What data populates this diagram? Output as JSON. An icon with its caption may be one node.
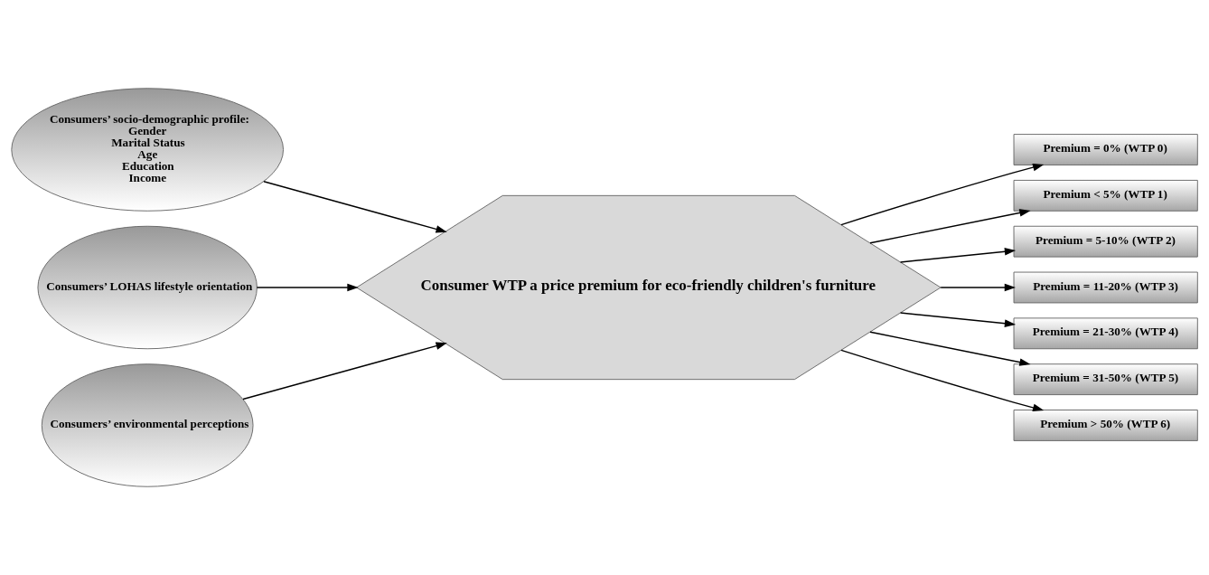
{
  "diagram": {
    "nodes": [
      {
        "text": [
          "Consumers’ socio-demographic profile:",
          "Gender",
          "Marital Status",
          "Age",
          "Education",
          "Income"
        ]
      },
      {
        "text": [
          "Consumers’ LOHAS lifestyle orientation"
        ]
      },
      {
        "text": [
          "Consumers’ environmental perceptions"
        ]
      },
      {
        "text": [
          "Consumer WTP a price premium for eco-friendly children's furniture"
        ]
      },
      {
        "text": [
          "Premium = 0% (WTP 0)"
        ]
      },
      {
        "text": [
          "Premium < 5% (WTP 1)"
        ]
      },
      {
        "text": [
          "Premium = 5-10% (WTP 2)"
        ]
      },
      {
        "text": [
          "Premium = 11-20% (WTP 3)"
        ]
      },
      {
        "text": [
          "Premium = 21-30% (WTP 4)"
        ]
      },
      {
        "text": [
          "Premium = 31-50% (WTP 5)"
        ]
      },
      {
        "text": [
          "Premium > 50% (WTP 6)"
        ]
      }
    ],
    "edges": [
      {
        "from": 0,
        "to": 3,
        "arrow": "to"
      },
      {
        "from": 1,
        "to": 3,
        "arrow": "to"
      },
      {
        "from": 2,
        "to": 3,
        "arrow": "to"
      },
      {
        "from": 3,
        "to": 4,
        "arrow": "to"
      },
      {
        "from": 3,
        "to": 5,
        "arrow": "to"
      },
      {
        "from": 3,
        "to": 6,
        "arrow": "to"
      },
      {
        "from": 3,
        "to": 7,
        "arrow": "to"
      },
      {
        "from": 3,
        "to": 8,
        "arrow": "to"
      },
      {
        "from": 3,
        "to": 9,
        "arrow": "to"
      },
      {
        "from": 3,
        "to": 10,
        "arrow": "to"
      }
    ]
  }
}
